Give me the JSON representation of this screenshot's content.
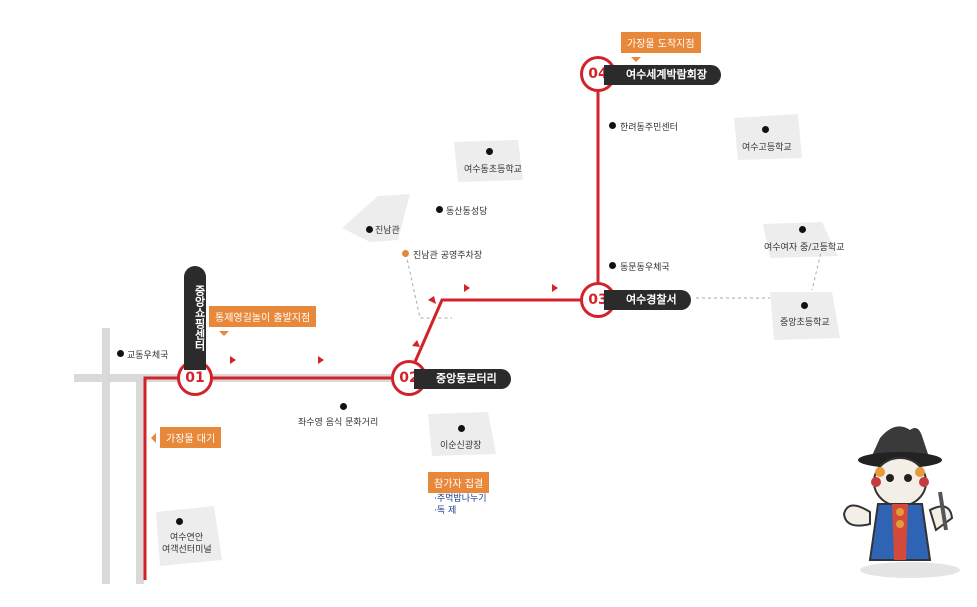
{
  "stops": [
    {
      "num": "01",
      "name": "중앙쇼핑센터"
    },
    {
      "num": "02",
      "name": "중앙동로터리"
    },
    {
      "num": "03",
      "name": "여수경찰서"
    },
    {
      "num": "04",
      "name": "여수세계박람회장"
    }
  ],
  "callouts": {
    "finish": "가장물 도착지점",
    "start": "통제영길놀이 출발지점",
    "wait": "가장물 대기",
    "gather": "참가자 집결"
  },
  "gather_items": [
    "·주먹밥나누기",
    "·독  제"
  ],
  "landmarks": {
    "post_gyodong": "교동우체국",
    "food_street": "좌수영 음식 문화거리",
    "yisunsin": "이순신광장",
    "terminal_1": "여수연안",
    "terminal_2": "여객선터미널",
    "yeosudong_school": "여수동초등학교",
    "jinnamgwan": "진남관",
    "dongsan_church": "동산동성당",
    "jinnamgwan_parking": "진남관 공영주차장",
    "hallyeo_center": "한려동주민센터",
    "yeosu_high": "여수고등학교",
    "girls_school": "여수여자 중/고등학교",
    "dongmun_post": "동문동우체국",
    "jungang_elem": "중앙초등학교"
  },
  "colors": {
    "route": "#d2232a",
    "road": "#d9d9d9",
    "pill": "#2b2b2b",
    "callout": "#e8883a"
  }
}
